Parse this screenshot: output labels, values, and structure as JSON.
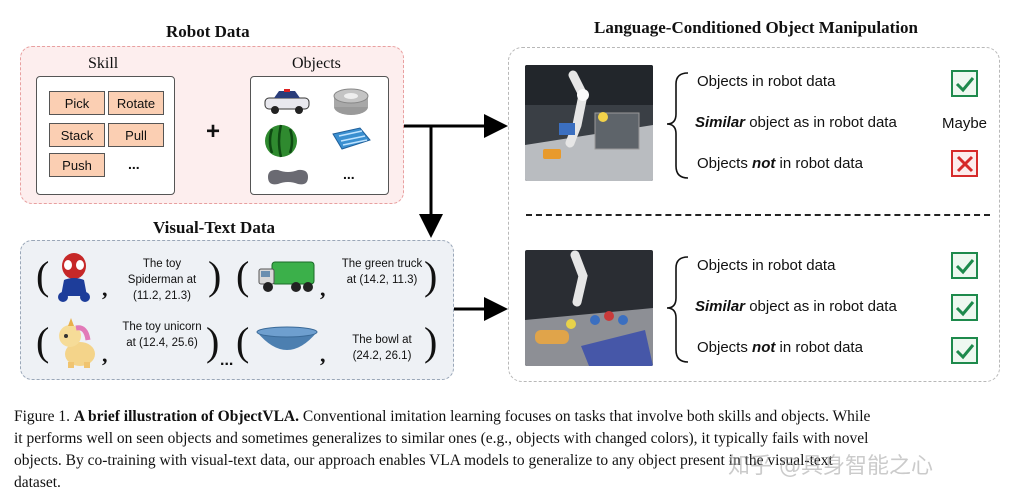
{
  "robot_data": {
    "title": "Robot Data",
    "skill_heading": "Skill",
    "skills": [
      "Pick",
      "Rotate",
      "Stack",
      "Pull",
      "Push"
    ],
    "skills_more": "...",
    "plus": "+",
    "objects_heading": "Objects",
    "objects": [
      "toy-police-car-icon",
      "tape-roll-icon",
      "watermelon-icon",
      "blue-towel-icon",
      "sponge-icon"
    ],
    "objects_more": "..."
  },
  "visual_text": {
    "title": "Visual-Text Data",
    "pairs": [
      {
        "image": "spiderman-toy-icon",
        "caption": "The toy Spiderman at (11.2, 21.3)"
      },
      {
        "image": "green-truck-icon",
        "caption": "The green truck at (14.2, 11.3)"
      },
      {
        "image": "unicorn-toy-icon",
        "caption": "The toy unicorn at (12.4, 25.6)"
      },
      {
        "image": "blue-bowl-icon",
        "caption": "The bowl at (24.2, 26.1)"
      }
    ],
    "more": "..."
  },
  "manipulation": {
    "title": "Language-Conditioned Object Manipulation",
    "groups": [
      {
        "image": "robot-scene-1-photo",
        "items": [
          {
            "pre": "Objects ",
            "em": "",
            "post": "in robot data",
            "result": "check"
          },
          {
            "pre": "",
            "em": "Similar",
            "post": " object as in robot data",
            "result": "Maybe"
          },
          {
            "pre": "Objects ",
            "em": "not",
            "post": " in robot data",
            "result": "cross"
          }
        ]
      },
      {
        "image": "robot-scene-2-photo",
        "items": [
          {
            "pre": "Objects ",
            "em": "",
            "post": "in robot data",
            "result": "check"
          },
          {
            "pre": "",
            "em": "Similar",
            "post": " object as in robot data",
            "result": "check"
          },
          {
            "pre": "Objects ",
            "em": "not",
            "post": " in robot data",
            "result": "check"
          }
        ]
      }
    ]
  },
  "figure_caption": {
    "label": "Figure 1.",
    "bold": "A brief illustration of ObjectVLA.",
    "line1": "Conventional imitation learning focuses on tasks that involve both skills and objects. While",
    "line2": "it performs well on seen objects and sometimes generalizes to similar ones (e.g., objects with changed colors), it typically fails with novel",
    "line3": "objects.  By co-training with visual-text data, our approach enables VLA models to generalize to any object present in the visual-text",
    "line4": "dataset."
  },
  "watermark": "知乎 @具身智能之心",
  "colors": {
    "check": "#1e8a4c",
    "cross": "#d62a2a",
    "skill_fill": "#fbcfb3",
    "robot_panel": "#fdeeee",
    "vt_panel": "#eef1f5"
  }
}
